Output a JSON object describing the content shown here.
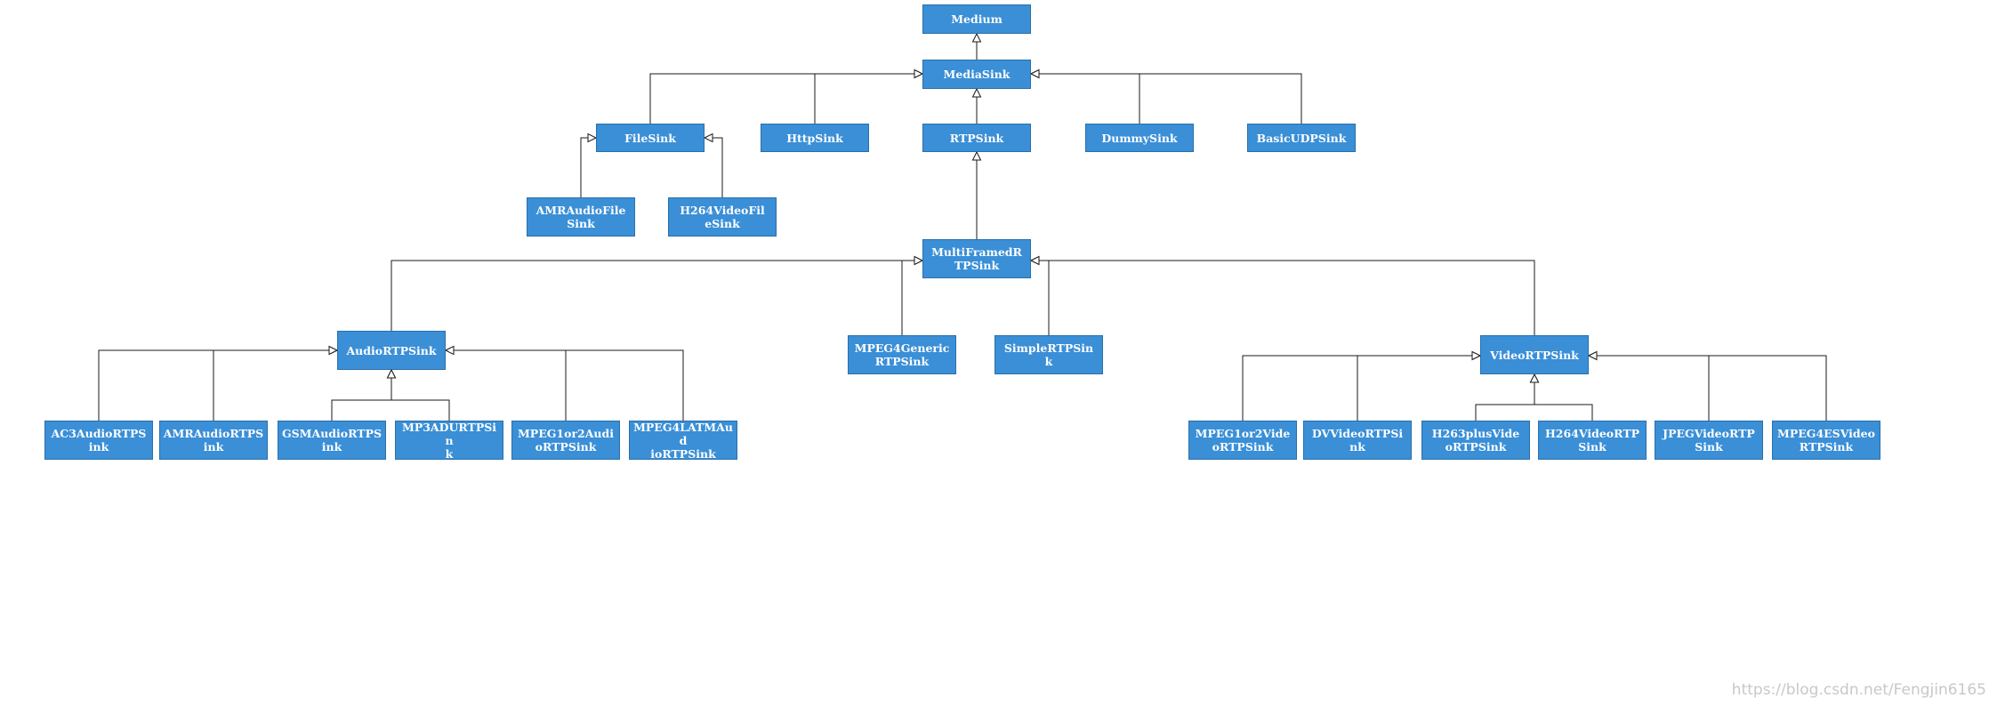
{
  "nodes": [
    {
      "id": "medium",
      "name": "node-medium",
      "label": "Medium"
    },
    {
      "id": "mediasink",
      "name": "node-mediasink",
      "label": "MediaSink"
    },
    {
      "id": "filesink",
      "name": "node-filesink",
      "label": "FileSink"
    },
    {
      "id": "httpsink",
      "name": "node-httpsink",
      "label": "HttpSink"
    },
    {
      "id": "rtpsink",
      "name": "node-rtpsink",
      "label": "RTPSink"
    },
    {
      "id": "dummysink",
      "name": "node-dummysink",
      "label": "DummySink"
    },
    {
      "id": "basicudpsink",
      "name": "node-basicudpsink",
      "label": "BasicUDPSink"
    },
    {
      "id": "amraudiofilesink",
      "name": "node-amraudiofilesink",
      "label": "AMRAudioFile\nSink"
    },
    {
      "id": "h264videofilesink",
      "name": "node-h264videofilesink",
      "label": "H264VideoFil\neSink"
    },
    {
      "id": "multiframedrtpsink",
      "name": "node-multiframedrtpsink",
      "label": "MultiFramedR\nTPSink"
    },
    {
      "id": "audiortpsink",
      "name": "node-audiortpsink",
      "label": "AudioRTPSink"
    },
    {
      "id": "mpeg4genericrtpsink",
      "name": "node-mpeg4genericrtpsink",
      "label": "MPEG4Generic\nRTPSink"
    },
    {
      "id": "simplertpsink",
      "name": "node-simplertpsink",
      "label": "SimpleRTPSin\nk"
    },
    {
      "id": "videortpsink",
      "name": "node-videortpsink",
      "label": "VideoRTPSink"
    },
    {
      "id": "ac3audiortpsink",
      "name": "node-ac3audiortpsink",
      "label": "AC3AudioRTPS\nink"
    },
    {
      "id": "amraudiortpsink",
      "name": "node-amraudiortpsink",
      "label": "AMRAudioRTPS\nink"
    },
    {
      "id": "gsmaudiortpsink",
      "name": "node-gsmaudiortpsink",
      "label": "GSMAudioRTPS\nink"
    },
    {
      "id": "mp3adurtpsink",
      "name": "node-mp3adurtpsink",
      "label": "MP3ADURTPSin\nk"
    },
    {
      "id": "mpeg1or2audiortpsink",
      "name": "node-mpeg1or2audiortpsink",
      "label": "MPEG1or2Audi\noRTPSink"
    },
    {
      "id": "mpeg4latmaudiortpsink",
      "name": "node-mpeg4latmaudiortpsink",
      "label": "MPEG4LATMAud\nioRTPSink"
    },
    {
      "id": "mpeg1or2videortpsink",
      "name": "node-mpeg1or2videortpsink",
      "label": "MPEG1or2Vide\noRTPSink"
    },
    {
      "id": "dvvideortpsink",
      "name": "node-dvvideortpsink",
      "label": "DVVideoRTPSi\nnk"
    },
    {
      "id": "h263plusvideortpsink",
      "name": "node-h263plusvideortpsink",
      "label": "H263plusVide\noRTPSink"
    },
    {
      "id": "h264videortpsink",
      "name": "node-h264videortpsink",
      "label": "H264VideoRTP\nSink"
    },
    {
      "id": "jpegvideortpsink",
      "name": "node-jpegvideortpsink",
      "label": "JPEGVideoRTP\nSink"
    },
    {
      "id": "mpeg4esvideortpsink",
      "name": "node-mpeg4esvideortpsink",
      "label": "MPEG4ESVideo\nRTPSink"
    }
  ],
  "edges": [
    {
      "from": "mediasink",
      "to": "medium"
    },
    {
      "from": "filesink",
      "to": "mediasink"
    },
    {
      "from": "httpsink",
      "to": "mediasink"
    },
    {
      "from": "rtpsink",
      "to": "mediasink"
    },
    {
      "from": "dummysink",
      "to": "mediasink"
    },
    {
      "from": "basicudpsink",
      "to": "mediasink"
    },
    {
      "from": "amraudiofilesink",
      "to": "filesink"
    },
    {
      "from": "h264videofilesink",
      "to": "filesink"
    },
    {
      "from": "multiframedrtpsink",
      "to": "rtpsink"
    },
    {
      "from": "audiortpsink",
      "to": "multiframedrtpsink"
    },
    {
      "from": "mpeg4genericrtpsink",
      "to": "multiframedrtpsink"
    },
    {
      "from": "simplertpsink",
      "to": "multiframedrtpsink"
    },
    {
      "from": "videortpsink",
      "to": "multiframedrtpsink"
    },
    {
      "from": "ac3audiortpsink",
      "to": "audiortpsink"
    },
    {
      "from": "amraudiortpsink",
      "to": "audiortpsink"
    },
    {
      "from": "gsmaudiortpsink",
      "to": "audiortpsink"
    },
    {
      "from": "mp3adurtpsink",
      "to": "audiortpsink"
    },
    {
      "from": "mpeg1or2audiortpsink",
      "to": "audiortpsink"
    },
    {
      "from": "mpeg4latmaudiortpsink",
      "to": "audiortpsink"
    },
    {
      "from": "mpeg1or2videortpsink",
      "to": "videortpsink"
    },
    {
      "from": "dvvideortpsink",
      "to": "videortpsink"
    },
    {
      "from": "h263plusvideortpsink",
      "to": "videortpsink"
    },
    {
      "from": "h264videortpsink",
      "to": "videortpsink"
    },
    {
      "from": "jpegvideortpsink",
      "to": "videortpsink"
    },
    {
      "from": "mpeg4esvideortpsink",
      "to": "videortpsink"
    }
  ],
  "watermark": "https://blog.csdn.net/Fengjin6165",
  "colors": {
    "node_fill": "#3a8fd7",
    "node_border": "#2a6fa8",
    "node_text": "#ffffff",
    "line": "#1a1a1a"
  }
}
